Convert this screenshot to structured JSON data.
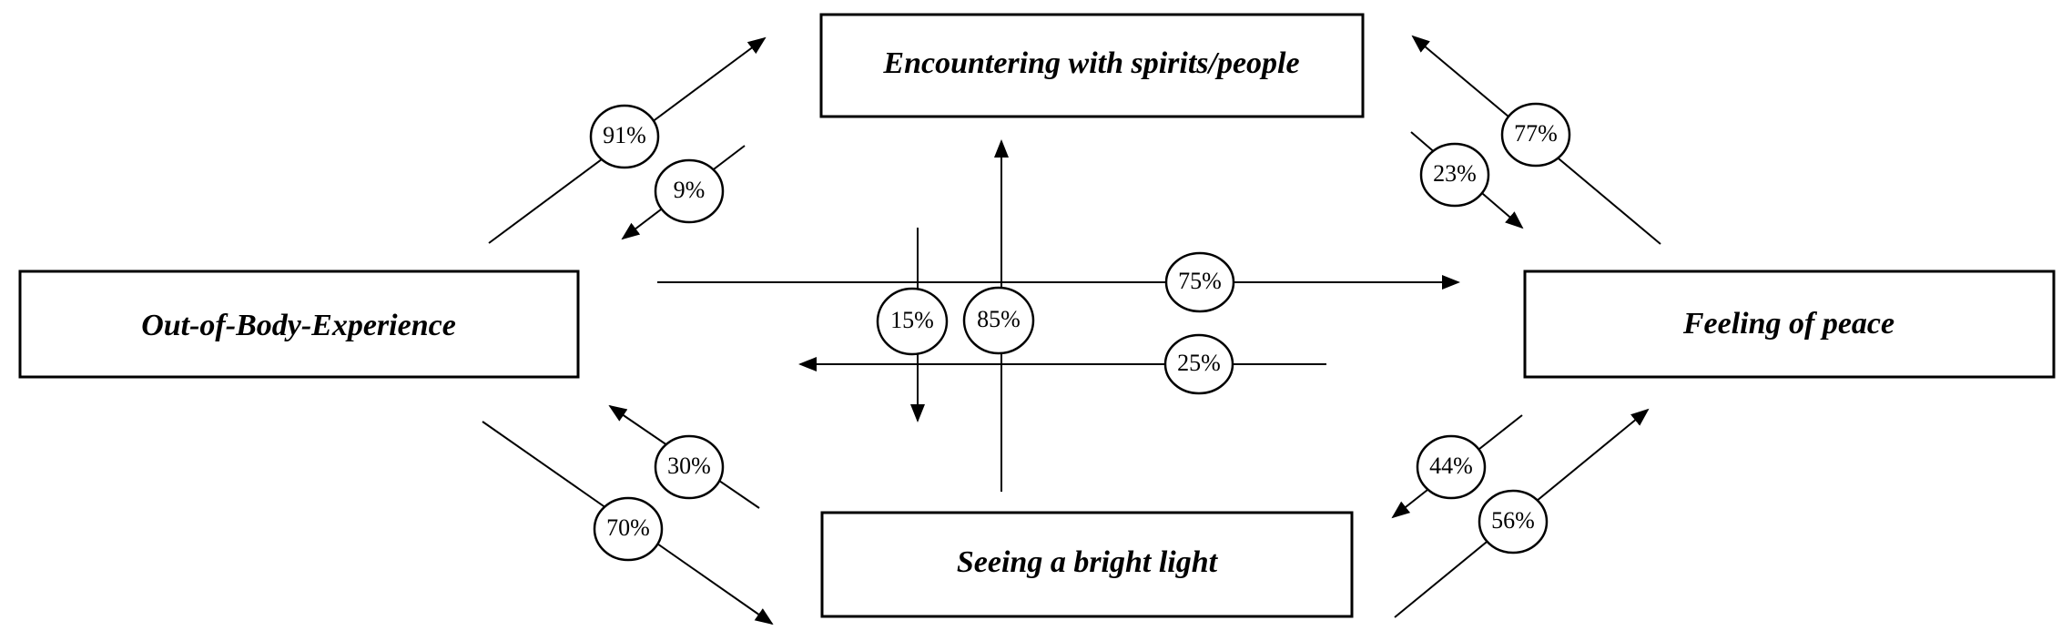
{
  "nodes": {
    "obe": "Out-of-Body-Experience",
    "spirits": "Encountering with spirits/people",
    "peace": "Feeling of peace",
    "light": "Seeing a bright light"
  },
  "edges": [
    {
      "from": "Out-of-Body-Experience",
      "to": "Encountering with spirits/people",
      "label": "91%"
    },
    {
      "from": "Encountering with spirits/people",
      "to": "Out-of-Body-Experience",
      "label": "9%"
    },
    {
      "from": "Out-of-Body-Experience",
      "to": "Feeling of peace",
      "label": "75%"
    },
    {
      "from": "Feeling of peace",
      "to": "Out-of-Body-Experience",
      "label": "25%"
    },
    {
      "from": "Out-of-Body-Experience",
      "to": "Seeing a bright light",
      "label": "70%"
    },
    {
      "from": "Seeing a bright light",
      "to": "Out-of-Body-Experience",
      "label": "30%"
    },
    {
      "from": "Seeing a bright light",
      "to": "Encountering with spirits/people",
      "label": "85%"
    },
    {
      "from": "Encountering with spirits/people",
      "to": "Seeing a bright light",
      "label": "15%"
    },
    {
      "from": "Feeling of peace",
      "to": "Encountering with spirits/people",
      "label": "77%"
    },
    {
      "from": "Encountering with spirits/people",
      "to": "Feeling of peace",
      "label": "23%"
    },
    {
      "from": "Seeing a bright light",
      "to": "Feeling of peace",
      "label": "56%"
    },
    {
      "from": "Feeling of peace",
      "to": "Seeing a bright light",
      "label": "44%"
    }
  ]
}
